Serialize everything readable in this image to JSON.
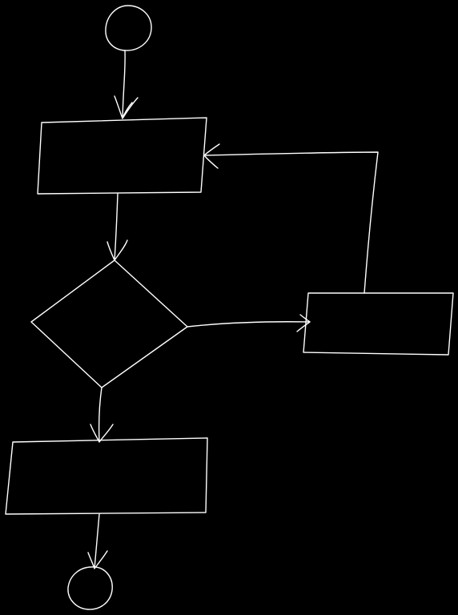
{
  "diagram": {
    "type": "flowchart",
    "style": "hand-drawn",
    "background_color": "#000000",
    "stroke_color": "#ffffff",
    "nodes": [
      {
        "id": "start",
        "shape": "ellipse",
        "label": ""
      },
      {
        "id": "process-1",
        "shape": "rectangle",
        "label": ""
      },
      {
        "id": "decision",
        "shape": "diamond",
        "label": ""
      },
      {
        "id": "process-side",
        "shape": "rectangle",
        "label": ""
      },
      {
        "id": "process-2",
        "shape": "rectangle",
        "label": ""
      },
      {
        "id": "end",
        "shape": "ellipse",
        "label": ""
      }
    ],
    "edges": [
      {
        "from": "start",
        "to": "process-1"
      },
      {
        "from": "process-1",
        "to": "decision"
      },
      {
        "from": "decision",
        "to": "process-side"
      },
      {
        "from": "process-side",
        "to": "process-1"
      },
      {
        "from": "decision",
        "to": "process-2"
      },
      {
        "from": "process-2",
        "to": "end"
      }
    ]
  }
}
